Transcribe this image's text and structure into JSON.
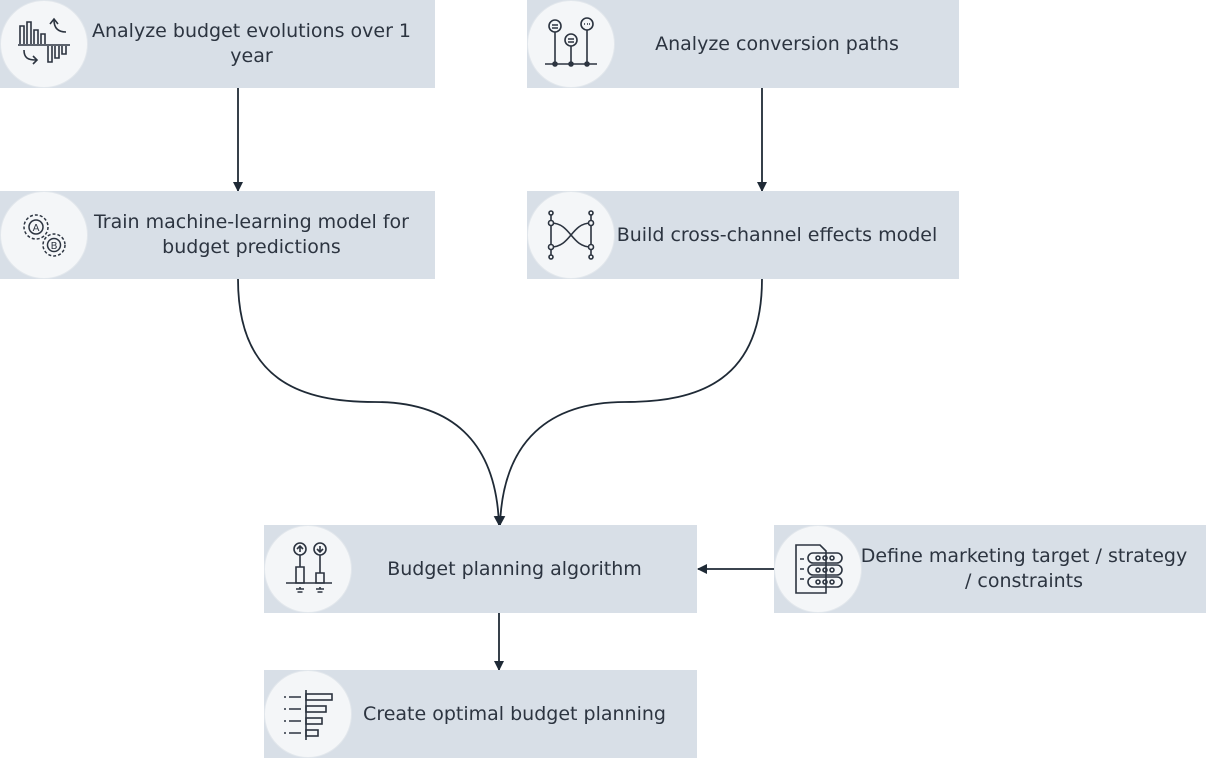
{
  "nodes": {
    "analyze_budget": {
      "label": "Analyze budget evolutions over 1 year",
      "icon": "bar-chart-icon"
    },
    "analyze_conversion": {
      "label": "Analyze conversion paths",
      "icon": "conversion-paths-icon"
    },
    "train_model": {
      "label": "Train machine-learning model for budget predictions",
      "icon": "gears-ab-icon"
    },
    "cross_channel": {
      "label": "Build cross-channel effects model",
      "icon": "cross-channel-network-icon"
    },
    "planning_algorithm": {
      "label": "Budget planning algorithm",
      "icon": "up-down-arrows-icon"
    },
    "define_target": {
      "label": "Define marketing target / strategy / constraints",
      "icon": "checklist-document-icon"
    },
    "optimal_planning": {
      "label": "Create optimal budget planning",
      "icon": "horizontal-bars-icon"
    }
  },
  "colors": {
    "node_fill": "#d8dfe7",
    "icon_circle": "#f4f6f8",
    "connector": "#1f2a36",
    "text": "#2c3440"
  }
}
